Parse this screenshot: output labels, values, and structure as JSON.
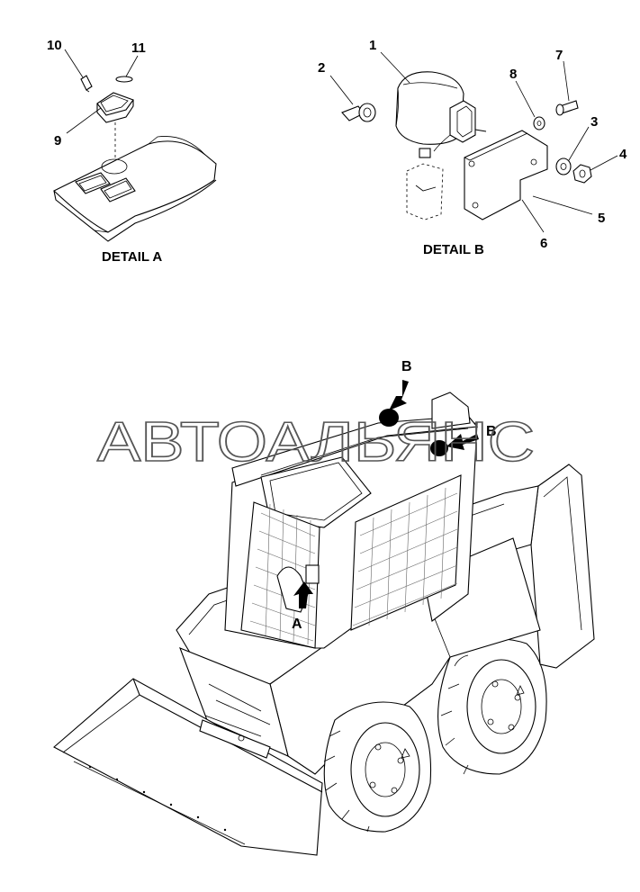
{
  "callouts": {
    "c1": "1",
    "c2": "2",
    "c3": "3",
    "c4": "4",
    "c5": "5",
    "c6": "6",
    "c7": "7",
    "c8": "8",
    "c9": "9",
    "c10": "10",
    "c11": "11"
  },
  "details": {
    "a_title": "DETAIL A",
    "b_title": "DETAIL B"
  },
  "markers": {
    "a": "A",
    "b_top": "B",
    "b_right": "B"
  },
  "watermark": "АВТОАЛЬЯНС"
}
